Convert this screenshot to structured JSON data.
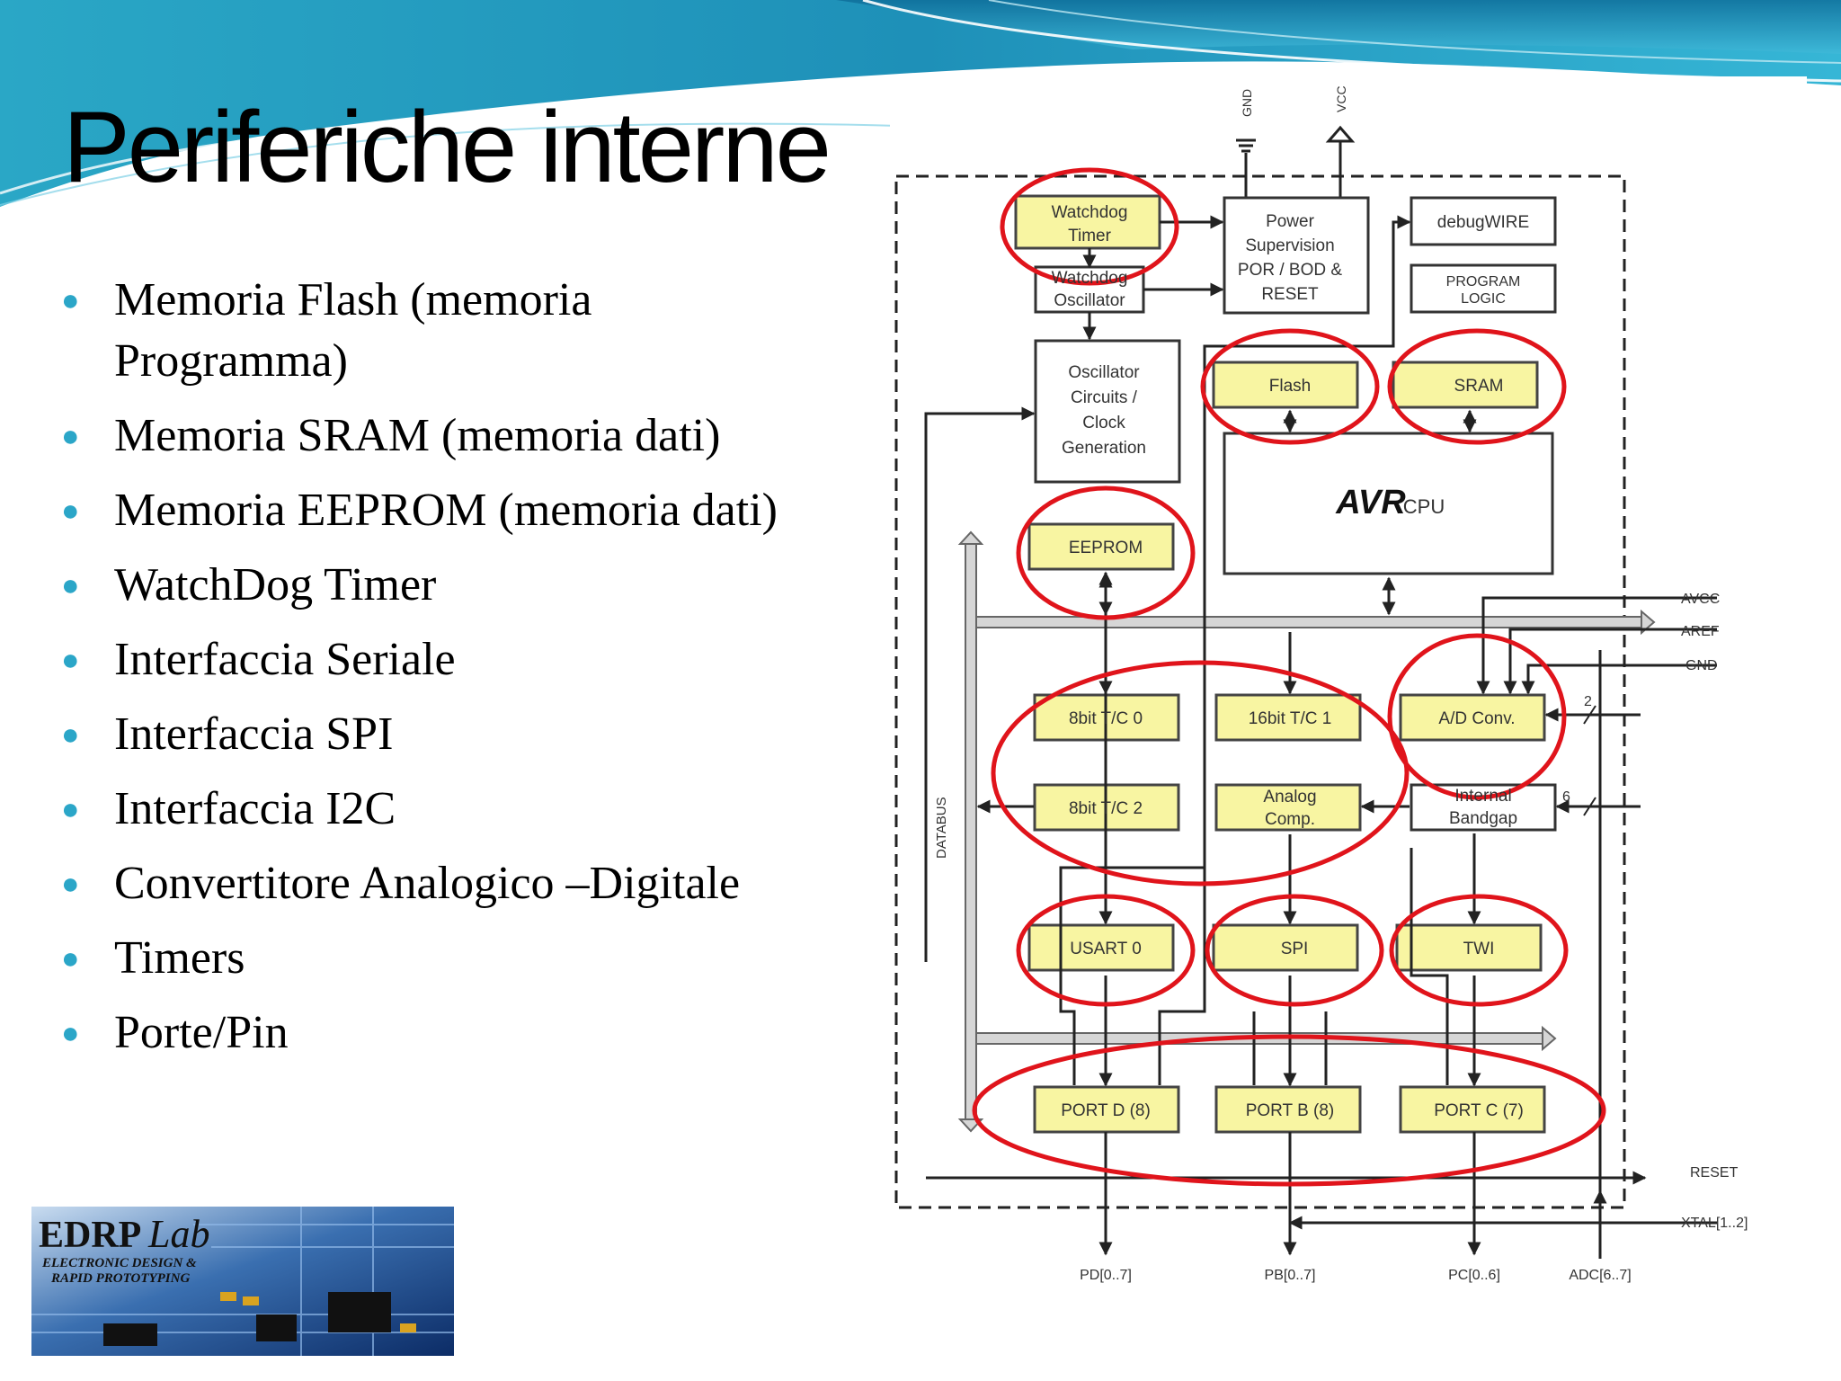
{
  "slide": {
    "title": "Periferiche interne"
  },
  "bullets": [
    {
      "line1": "Memoria Flash (memoria",
      "line2": "Programma)"
    },
    {
      "line1": "Memoria SRAM (memoria dati)"
    },
    {
      "line1": "Memoria EEPROM (memoria dati)"
    },
    {
      "line1": "WatchDog Timer"
    },
    {
      "line1": "Interfaccia Seriale"
    },
    {
      "line1": "Interfaccia SPI"
    },
    {
      "line1": "Interfaccia I2C"
    },
    {
      "line1": "Convertitore Analogico –Digitale"
    },
    {
      "line1": "Timers"
    },
    {
      "line1": "Porte/Pin"
    }
  ],
  "diagram": {
    "power_pins": {
      "gnd": "GND",
      "vcc": "VCC"
    },
    "blocks": {
      "watchdog_timer": [
        "Watchdog",
        "Timer"
      ],
      "watchdog_osc": [
        "Watchdog",
        "Oscillator"
      ],
      "power_sup": [
        "Power",
        "Supervision",
        "POR / BOD &",
        "RESET"
      ],
      "debugwire": "debugWIRE",
      "program_logic": [
        "PROGRAM",
        "LOGIC"
      ],
      "oscillator": [
        "Oscillator",
        "Circuits /",
        "Clock",
        "Generation"
      ],
      "flash": "Flash",
      "sram": "SRAM",
      "cpu_logo": "AVR",
      "cpu_label": "CPU",
      "eeprom": "EEPROM",
      "tc0": "8bit T/C 0",
      "tc1": "16bit T/C 1",
      "adc": "A/D Conv.",
      "tc2": "8bit T/C 2",
      "analog_comp": [
        "Analog",
        "Comp."
      ],
      "bandgap": [
        "Internal",
        "Bandgap"
      ],
      "usart": "USART 0",
      "spi": "SPI",
      "twi": "TWI",
      "portd": "PORT D (8)",
      "portb": "PORT B (8)",
      "portc": "PORT C (7)"
    },
    "databus": "DATABUS",
    "right_pins": {
      "avcc": "AVCC",
      "aref": "AREF",
      "gnd": "GND",
      "reset": "RESET",
      "xtal": "XTAL[1..2]"
    },
    "adc_bits": {
      "two": "2",
      "six": "6"
    },
    "bottom_pins": {
      "pd": "PD[0..7]",
      "pb": "PB[0..7]",
      "pc": "PC[0..6]",
      "adc": "ADC[6..7]"
    }
  },
  "logo": {
    "brand": "EDRP",
    "brand_suffix": "Lab",
    "tagline1": "ELECTRONIC DESIGN &",
    "tagline2": "RAPID PROTOTYPING"
  }
}
